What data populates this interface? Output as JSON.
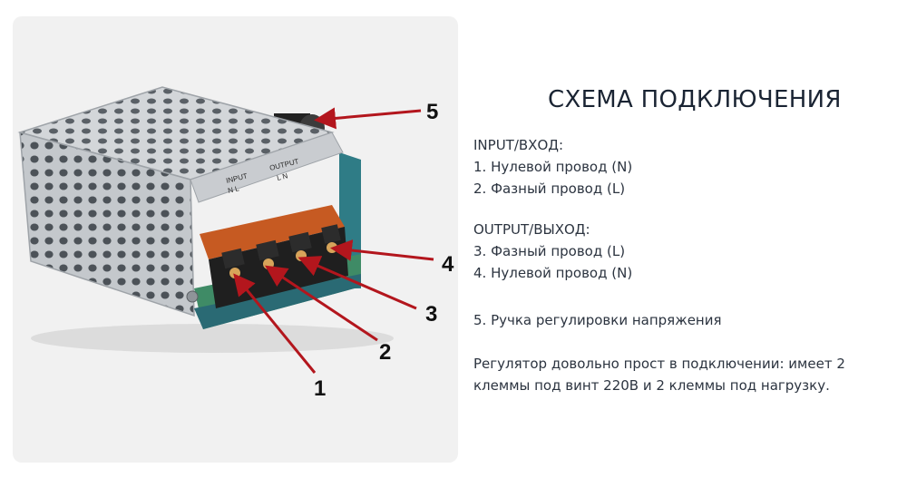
{
  "figure": {
    "housing_labels": {
      "input": "INPUT",
      "input_pins": "N   L",
      "output": "OUTPUT",
      "output_pins": "L   N"
    },
    "callouts": [
      "1",
      "2",
      "3",
      "4",
      "5"
    ]
  },
  "text": {
    "title": "СХЕМА ПОДКЛЮЧЕНИЯ",
    "input_heading": "INPUT/ВХОД:",
    "input_items": [
      "1. Нулевой провод (N)",
      "2. Фазный провод (L)"
    ],
    "output_heading": "OUTPUT/ВЫХОД:",
    "output_items": [
      "3. Фазный провод (L)",
      "4. Нулевой провод (N)"
    ],
    "knob_item": "5. Ручка регулировки напряжения",
    "description": "Регулятор довольно прост в подключении: имеет 2 клеммы под винт 220В и 2 клеммы под нагрузку."
  },
  "colors": {
    "arrow": "#b3161d",
    "terminal_block": "#c65a22",
    "housing": "#b9bdc1",
    "board": "#2f7c86"
  }
}
